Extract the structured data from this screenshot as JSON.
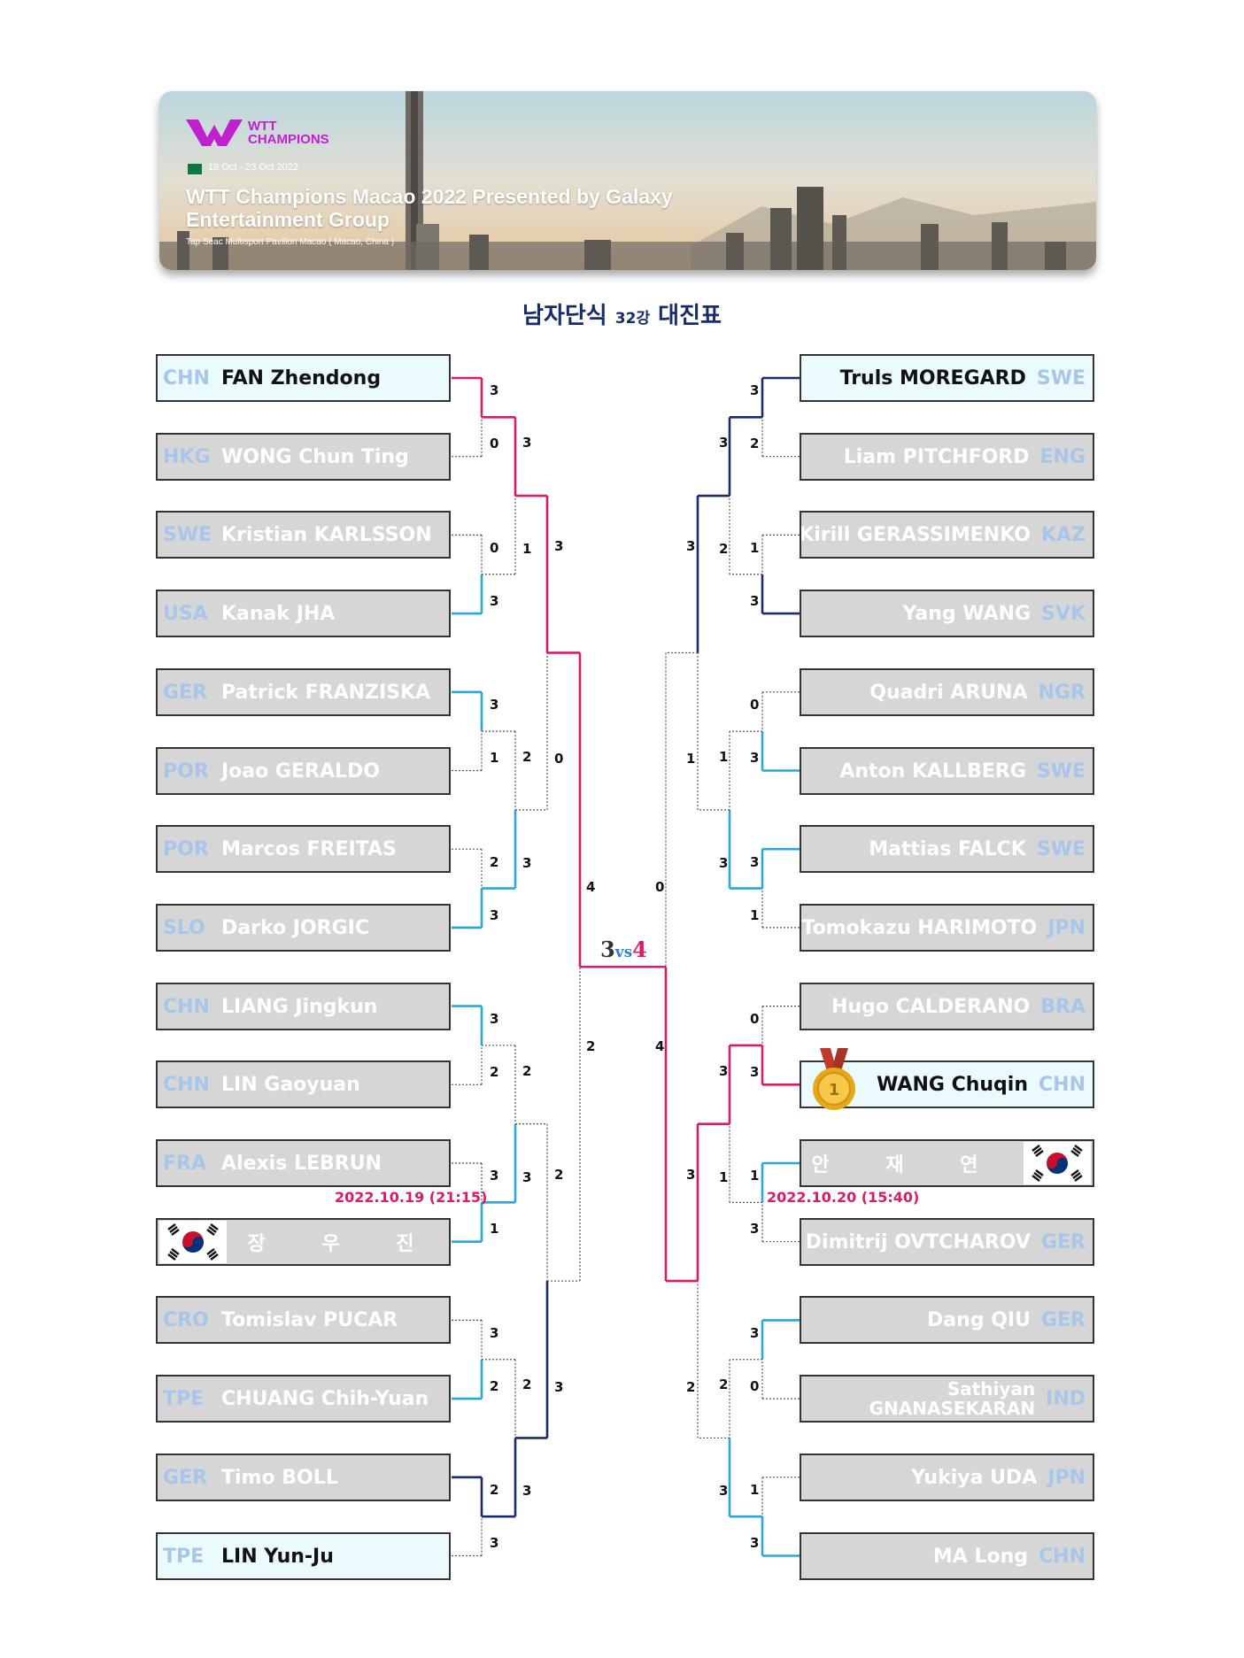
{
  "banner": {
    "logo_line1": "WTT",
    "logo_line2": "CHAMPIONS",
    "date_range": "19 Oct - 23 Oct 2022",
    "title": "WTT Champions Macao 2022 Presented by Galaxy Entertainment Group",
    "venue": "Tap Seac Multisport Pavilion Macao ( Macao, China )"
  },
  "page_title": {
    "main_a": "남자단식",
    "small": "32강",
    "main_b": "대진표"
  },
  "colors": {
    "pink": "#d81b6a",
    "cyan": "#29a8d8",
    "navy": "#1a2d6b",
    "dotted": "#555555"
  },
  "players_left": [
    {
      "code": "CHN",
      "name": "FAN Zhendong",
      "win": true
    },
    {
      "code": "HKG",
      "name": "WONG Chun Ting",
      "win": false
    },
    {
      "code": "SWE",
      "name": "Kristian KARLSSON",
      "win": false
    },
    {
      "code": "USA",
      "name": "Kanak JHA",
      "win": false
    },
    {
      "code": "GER",
      "name": "Patrick FRANZISKA",
      "win": false
    },
    {
      "code": "POR",
      "name": "Joao GERALDO",
      "win": false
    },
    {
      "code": "POR",
      "name": "Marcos FREITAS",
      "win": false
    },
    {
      "code": "SLO",
      "name": "Darko JORGIC",
      "win": false
    },
    {
      "code": "CHN",
      "name": "LIANG Jingkun",
      "win": false
    },
    {
      "code": "CHN",
      "name": "LIN Gaoyuan",
      "win": false
    },
    {
      "code": "FRA",
      "name": "Alexis LEBRUN",
      "win": false
    },
    {
      "code": "",
      "name": "장 우 진",
      "win": false,
      "korean": true
    },
    {
      "code": "CRO",
      "name": "Tomislav PUCAR",
      "win": false
    },
    {
      "code": "TPE",
      "name": "CHUANG Chih-Yuan",
      "win": false
    },
    {
      "code": "GER",
      "name": "Timo BOLL",
      "win": false
    },
    {
      "code": "TPE",
      "name": "LIN Yun-Ju",
      "win": true
    }
  ],
  "players_right": [
    {
      "code": "SWE",
      "name": "Truls MOREGARD",
      "win": true
    },
    {
      "code": "ENG",
      "name": "Liam PITCHFORD",
      "win": false
    },
    {
      "code": "KAZ",
      "name": "Kirill GERASSIMENKO",
      "win": false
    },
    {
      "code": "SVK",
      "name": "Yang WANG",
      "win": false
    },
    {
      "code": "NGR",
      "name": "Quadri ARUNA",
      "win": false
    },
    {
      "code": "SWE",
      "name": "Anton KALLBERG",
      "win": false
    },
    {
      "code": "SWE",
      "name": "Mattias FALCK",
      "win": false
    },
    {
      "code": "JPN",
      "name": "Tomokazu HARIMOTO",
      "win": false
    },
    {
      "code": "BRA",
      "name": "Hugo CALDERANO",
      "win": false
    },
    {
      "code": "CHN",
      "name": "WANG Chuqin",
      "win": true,
      "medal": true
    },
    {
      "code": "",
      "name": "안 재 연",
      "win": false,
      "korean": true
    },
    {
      "code": "GER",
      "name": "Dimitrij OVTCHAROV",
      "win": false
    },
    {
      "code": "GER",
      "name": "Dang QIU",
      "win": false
    },
    {
      "code": "IND",
      "name": "Sathiyan GNANASEKARAN",
      "win": false,
      "two_line": true
    },
    {
      "code": "JPN",
      "name": "Yukiya UDA",
      "win": false
    },
    {
      "code": "CHN",
      "name": "MA Long",
      "win": false
    }
  ],
  "scores_left": {
    "r1": [
      "3",
      "0",
      "0",
      "3",
      "3",
      "1",
      "2",
      "3",
      "3",
      "2",
      "3",
      "1",
      "3",
      "2",
      "2",
      "3"
    ],
    "r2": [
      "3",
      "1",
      "2",
      "3",
      "2",
      "3",
      "2",
      "3"
    ],
    "r3": [
      "3",
      "0",
      "2",
      "3"
    ],
    "r4": [
      "4",
      "2"
    ]
  },
  "scores_right": {
    "r1": [
      "3",
      "2",
      "1",
      "3",
      "0",
      "3",
      "3",
      "1",
      "0",
      "3",
      "1",
      "3",
      "3",
      "0",
      "1",
      "3"
    ],
    "r2": [
      "3",
      "2",
      "1",
      "3",
      "3",
      "1",
      "2",
      "3"
    ],
    "r3": [
      "3",
      "1",
      "3",
      "2"
    ],
    "r4": [
      "0",
      "4"
    ]
  },
  "dates": {
    "left": "2022.10.19 (21:15)",
    "right": "2022.10.20 (15:40)"
  },
  "vs": {
    "a": "3",
    "mid": "vs",
    "b": "4"
  },
  "medal_number": "1"
}
